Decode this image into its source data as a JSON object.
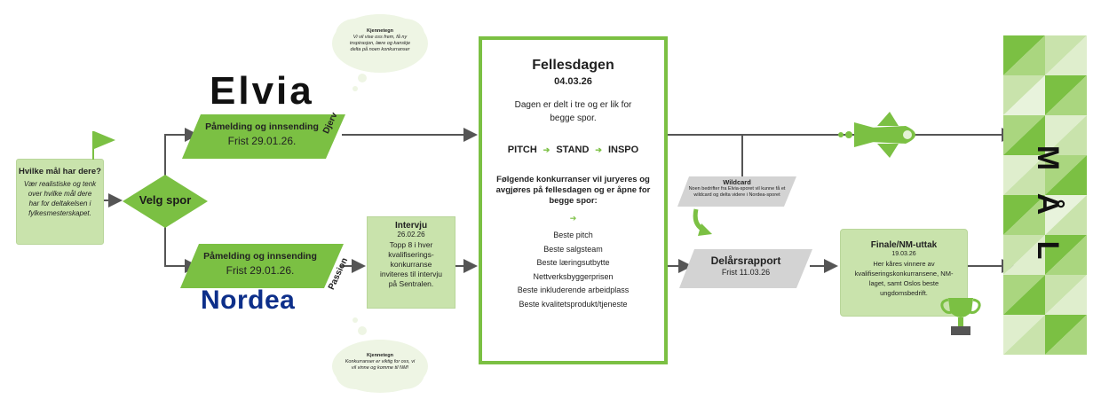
{
  "colors": {
    "green": "#7bc043",
    "light_green": "#c9e3ac",
    "grey": "#d3d3d3",
    "line": "#555555",
    "navy": "#0d2f8a",
    "dark": "#222222"
  },
  "start": {
    "question": "Hvilke mål har dere?",
    "text": "Vær realistiske og tenk over hvilke mål dere har for deltakelsen i fylkesmesterskapet."
  },
  "velg": {
    "label": "Velg spor"
  },
  "cloud_top": {
    "title": "Kjennetegn",
    "text": "Vi vil vise oss frem, få ny inspirasjon, lære og kanskje delta på noen konkurranser"
  },
  "cloud_bottom": {
    "title": "Kjennetegn",
    "text": "Konkurranser er viktig for oss, vi vil vinne og komme til NM!"
  },
  "top_track": {
    "logo": "Elvia",
    "title": "Påmelding og innsending",
    "deadline": "Frist 29.01.26.",
    "tag": "Djerv"
  },
  "bottom_track": {
    "logo": "Nordea",
    "title": "Påmelding og innsending",
    "deadline": "Frist 29.01.26.",
    "tag": "Passion"
  },
  "interview": {
    "title": "Intervju",
    "date": "26.02.26",
    "text": "Topp 8 i hver kvalifiserings-konkurranse inviteres til intervju på Sentralen."
  },
  "fellesdagen": {
    "title": "Fellesdagen",
    "date": "04.03.26",
    "intro": "Dagen er delt i tre og er lik for begge spor.",
    "parts": [
      "PITCH",
      "STAND",
      "INSPO"
    ],
    "comp_heading": "Følgende konkurranser vil juryeres og avgjøres på fellesdagen og er åpne for begge spor:",
    "competitions": [
      "Beste pitch",
      "Beste salgsteam",
      "Beste læringsutbytte",
      "Nettverksbyggerprisen",
      "Beste inkluderende arbeidplass",
      "Beste kvalitetsprodukt/tjeneste"
    ]
  },
  "wildcard": {
    "title": "Wildcard",
    "text": "Noen bedrifter fra Elvia-sporet vil kunne få et wildcard og delta videre i Nordea-sporet"
  },
  "delars": {
    "title": "Delårsrapport",
    "deadline": "Frist 11.03.26"
  },
  "finale": {
    "title": "Finale/NM-uttak",
    "date": "19.03.26",
    "text": "Her kåres vinnere av kvalifiseringskonkurransene, NM-laget, samt Oslos beste ungdomsbedrift."
  },
  "goal": {
    "letters": [
      "M",
      "Å",
      "L"
    ]
  }
}
